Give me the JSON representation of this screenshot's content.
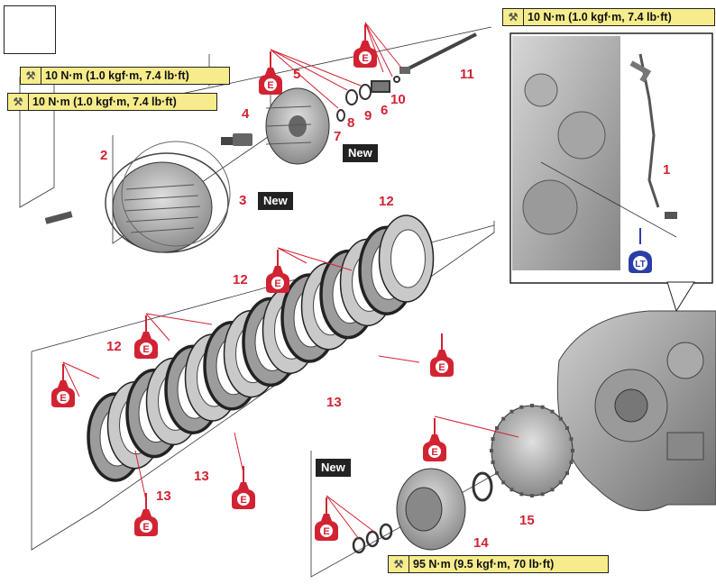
{
  "torque_specs": {
    "bolt_top_right": "10 N·m (1.0 kgf·m, 7.4 lb·ft)",
    "cover_upper": "10 N·m (1.0 kgf·m, 7.4 lb·ft)",
    "cover_lower": "10 N·m (1.0 kgf·m, 7.4 lb·ft)",
    "boss_nut": "95 N·m (9.5 kgf·m, 70 lb·ft)"
  },
  "new_labels": [
    "New",
    "New",
    "New"
  ],
  "part_numbers": {
    "p1": "1",
    "p2": "2",
    "p3": "3",
    "p4": "4",
    "p5": "5",
    "p6": "6",
    "p7": "7",
    "p8": "8",
    "p9": "9",
    "p10": "10",
    "p11": "11",
    "p12a": "12",
    "p12b": "12",
    "p12c": "12",
    "p13a": "13",
    "p13b": "13",
    "p13c": "13",
    "p14": "14",
    "p15": "15"
  },
  "oil_symbol": "E",
  "locktite_symbol": "LT",
  "colors": {
    "accent_red": "#d22333",
    "torque_yellow": "#f6ec8c",
    "lt_blue": "#2b3ea8"
  }
}
